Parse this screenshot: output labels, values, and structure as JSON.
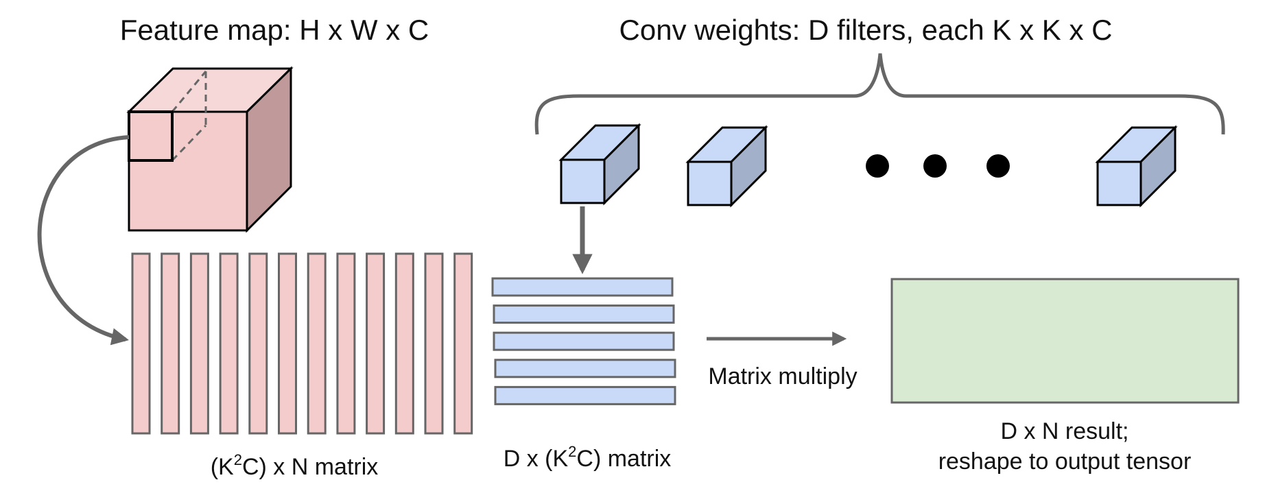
{
  "titles": {
    "feature_map": "Feature map: H x W x C",
    "conv_weights": "Conv weights: D filters, each K x K x C"
  },
  "labels": {
    "left_matrix": {
      "pre": "(K",
      "sup": "2",
      "post": "C) x N matrix"
    },
    "mid_matrix": {
      "pre": "D x (K",
      "sup": "2",
      "post": "C) matrix"
    },
    "arrow": "Matrix multiply",
    "result_line1": "D x N result;",
    "result_line2": "reshape to output tensor"
  },
  "colors": {
    "feature_cube_front": "#f4cccc",
    "feature_cube_top": "#f6d8d8",
    "feature_cube_side": "#c09a9a",
    "column_fill": "#f4cccc",
    "filter_front": "#c9daf8",
    "filter_side": "#a2b1c9",
    "row_fill": "#c9daf8",
    "result_fill": "#d9ead3",
    "outline_gray": "#666666",
    "arrow_gray": "#666666",
    "black": "#000000"
  }
}
